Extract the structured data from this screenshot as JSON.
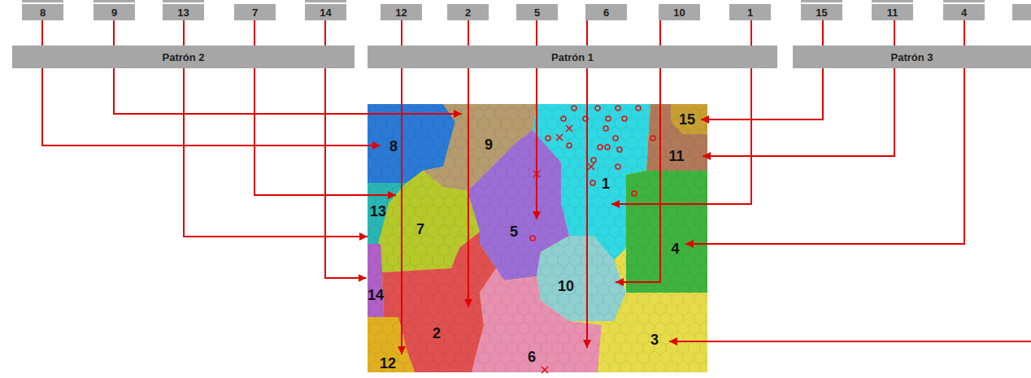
{
  "diagram": {
    "nodes": [
      {
        "text": [
          "8"
        ]
      },
      {
        "text": [
          "9"
        ]
      },
      {
        "text": [
          "13"
        ]
      },
      {
        "text": [
          "7"
        ]
      },
      {
        "text": [
          "14"
        ]
      },
      {
        "text": [
          "12"
        ]
      },
      {
        "text": [
          "2"
        ]
      },
      {
        "text": [
          "5"
        ]
      },
      {
        "text": [
          "6"
        ]
      },
      {
        "text": [
          "10"
        ]
      },
      {
        "text": [
          "1"
        ]
      },
      {
        "text": [
          "15"
        ]
      },
      {
        "text": [
          "11"
        ]
      },
      {
        "text": [
          "4"
        ]
      },
      {
        "text": [
          "Patrón 2"
        ]
      },
      {
        "text": [
          "Patrón 1"
        ]
      },
      {
        "text": [
          "Patrón 3"
        ]
      },
      {
        "text": [
          "15"
        ]
      },
      {
        "text": [
          "8"
        ]
      },
      {
        "text": [
          "9"
        ]
      },
      {
        "text": [
          "1"
        ]
      },
      {
        "text": [
          "11"
        ]
      },
      {
        "text": [
          "7"
        ]
      },
      {
        "text": [
          "13"
        ]
      },
      {
        "text": [
          "5"
        ]
      },
      {
        "text": [
          "4"
        ]
      },
      {
        "text": [
          "14"
        ]
      },
      {
        "text": [
          "10"
        ]
      },
      {
        "text": [
          "3"
        ]
      },
      {
        "text": [
          "2"
        ]
      },
      {
        "text": [
          "6"
        ]
      },
      {
        "text": [
          "12"
        ]
      }
    ],
    "edges": [
      {
        "from": 0,
        "to": 18,
        "arrow": "to"
      },
      {
        "from": 1,
        "to": 19,
        "arrow": "to"
      },
      {
        "from": 2,
        "to": 23,
        "arrow": "to"
      },
      {
        "from": 3,
        "to": 22,
        "arrow": "to"
      },
      {
        "from": 4,
        "to": 26,
        "arrow": "to"
      },
      {
        "from": 5,
        "to": 31,
        "arrow": "to"
      },
      {
        "from": 6,
        "to": 29,
        "arrow": "to"
      },
      {
        "from": 7,
        "to": 24,
        "arrow": "to"
      },
      {
        "from": 8,
        "to": 30,
        "arrow": "to"
      },
      {
        "from": 9,
        "to": 27,
        "arrow": "to"
      },
      {
        "from": 10,
        "to": 20,
        "arrow": "to"
      },
      {
        "from": 11,
        "to": 17,
        "arrow": "to"
      },
      {
        "from": 12,
        "to": 21,
        "arrow": "to"
      },
      {
        "from": 13,
        "to": 25,
        "arrow": "to"
      }
    ]
  }
}
